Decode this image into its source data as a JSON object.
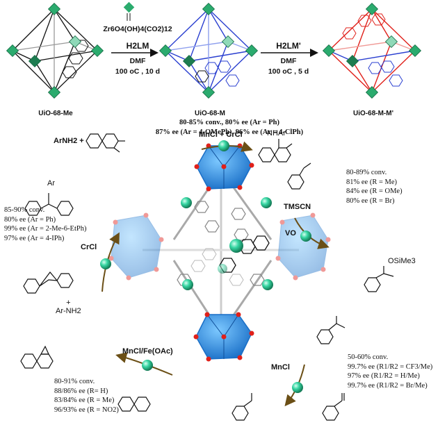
{
  "top": {
    "mof1": "UiO-68-Me",
    "mof2": "UiO-68-M",
    "mof3": "UiO-68-M-M'",
    "cluster_formula": "Zr6O4(OH)4(CO2)12",
    "step1_ligand": "H2LM",
    "step1_solvent": "DMF",
    "step1_conditions": "100 oC , 10 d",
    "step2_ligand": "H2LM'",
    "step2_solvent": "DMF",
    "step2_conditions": "100 oC , 5 d"
  },
  "reactions": {
    "top": {
      "results": [
        "80-85% conv., 80% ee (Ar = Ph)",
        "87% ee (Ar = 4-OMePh), 96% ee (Ar = 4-ClPh)"
      ],
      "reagent": "ArNH2 +",
      "catalyst": "MnCl + CrCl",
      "product_group": "NHAr"
    },
    "left": {
      "results": [
        "85-90% conv.",
        "80% ee (Ar = Ph)",
        "99% ee (Ar = 2-Me-6-EtPh)",
        "97% ee (Ar = 4-IPh)"
      ],
      "catalyst": "CrCl",
      "reagent": "+\nAr-NH2",
      "product_group": "Ar"
    },
    "right": {
      "results": [
        "80-89% conv.",
        "81% ee (R = Me)",
        "84% ee (R = OMe)",
        "80% ee (R = Br)"
      ],
      "reagent": "TMSCN",
      "catalyst": "VO",
      "product_group": "OSiMe3"
    },
    "bottom_left": {
      "results": [
        "80-91% conv.",
        "88/86% ee (R= H)",
        "83/84% ee (R = Me)",
        "96/93% ee (R = NO2)"
      ],
      "catalyst": "MnCl/Fe(OAc)"
    },
    "bottom_right": {
      "results": [
        "50-60% conv.",
        "99.7% ee (R1/R2 = CF3/Me)",
        "97% ee (R1/R2 = H/Me)",
        "99.7% ee (R1/R2 = Br/Me)"
      ],
      "catalyst": "MnCl"
    }
  },
  "colors": {
    "octahedron_node": "#2bab6e",
    "framework_blue": "#2a3fd0",
    "framework_red": "#e0201a",
    "cage_blue": "#1f8fe0",
    "catalyst_ball": "#2fd5a0",
    "arrow": "#6b4f16"
  }
}
